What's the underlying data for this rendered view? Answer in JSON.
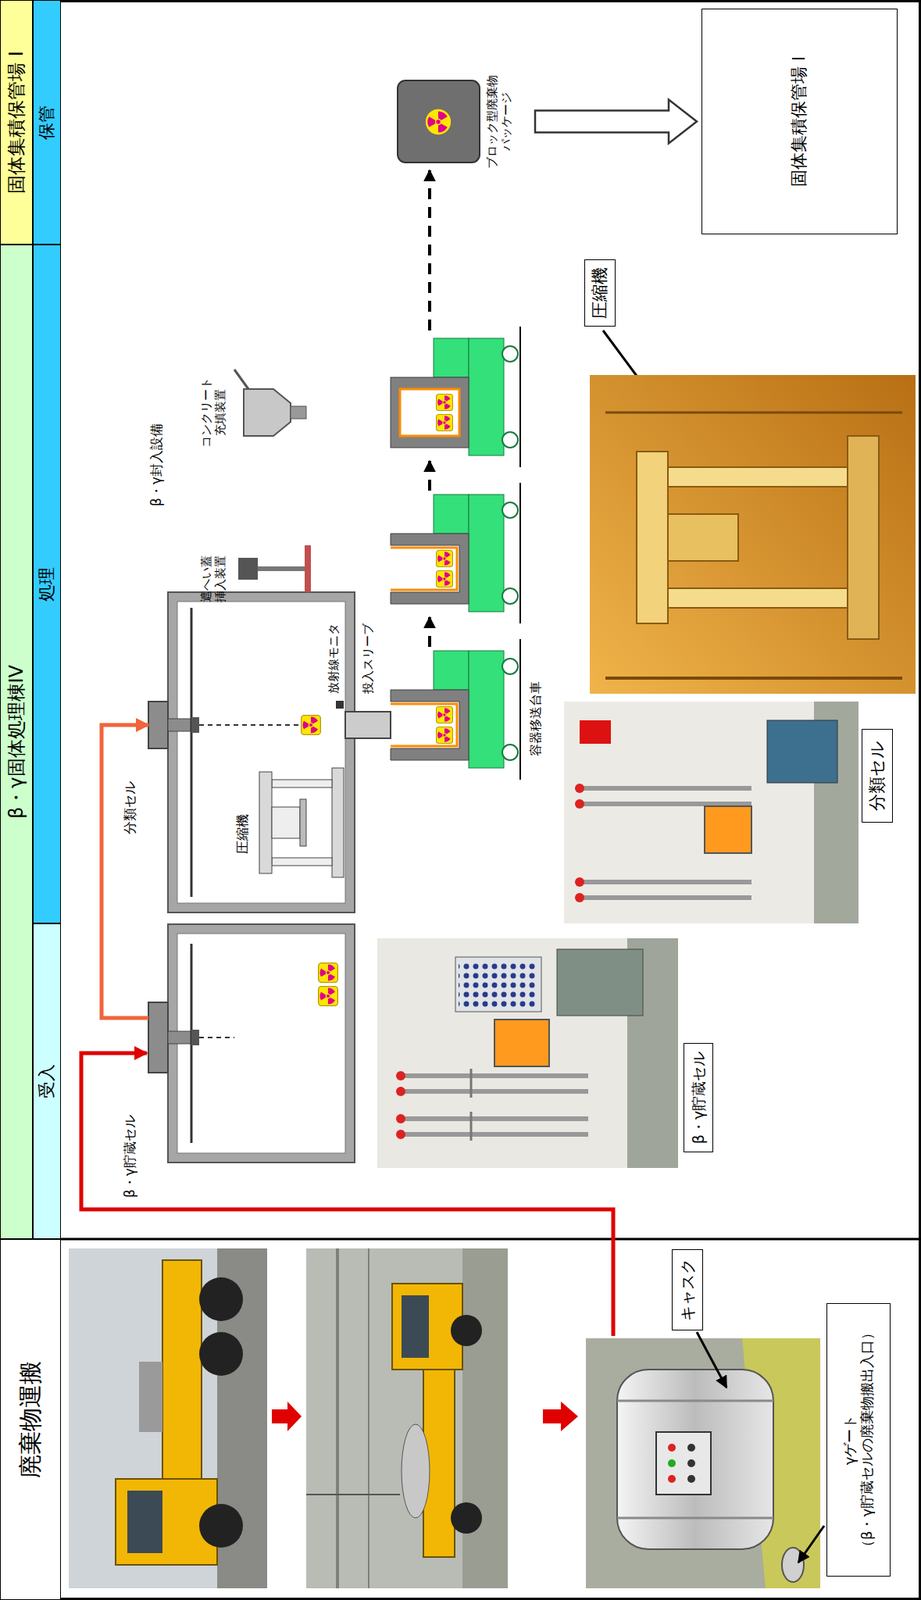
{
  "diagram": {
    "nodes": [
      {
        "text": [
          "廃棄物運搬"
        ]
      },
      {
        "text": [
          "β・γ固体処理棟IV"
        ]
      },
      {
        "text": [
          "受入"
        ]
      },
      {
        "text": [
          "処理"
        ]
      },
      {
        "text": [
          "固体集積保管場 I"
        ]
      },
      {
        "text": [
          "保管"
        ]
      },
      {
        "text": [
          "β・γ貯蔵セル"
        ]
      },
      {
        "text": [
          "分類セル"
        ]
      },
      {
        "text": [
          "ブロック型廃棄物 パッケージ"
        ]
      },
      {
        "text": [
          "固体集積保管場 I"
        ]
      },
      {
        "text": [
          "キャスク"
        ]
      },
      {
        "text": [
          "γゲート",
          "（β・γ貯蔵セルの廃棄物搬出入口）"
        ]
      },
      {
        "text": [
          "β・γ貯蔵セル"
        ]
      },
      {
        "text": [
          "分類セル"
        ]
      },
      {
        "text": [
          "圧縮機"
        ]
      }
    ],
    "edges": [
      {
        "from": 6,
        "to": 7,
        "arrow": "to"
      },
      {
        "from": 8,
        "to": 9,
        "arrow": "to"
      }
    ],
    "labels": [
      "β・γ封入設備",
      "圧縮機",
      "放射線モニタ",
      "投入スリーブ",
      "遮へい蓋 挿入装置",
      "コンクリート 充填装置",
      "容器移送台車"
    ]
  }
}
